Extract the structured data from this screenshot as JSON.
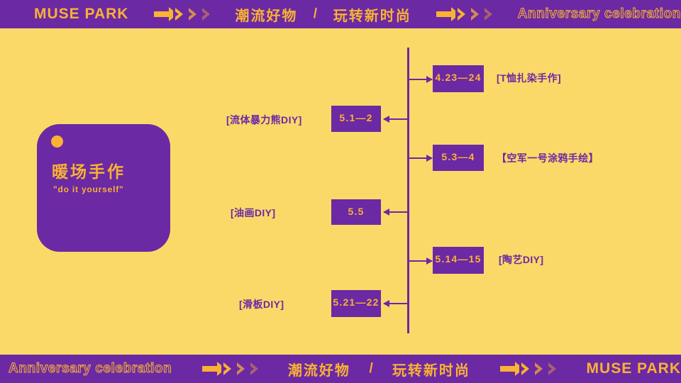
{
  "header": {
    "brand": "MUSE PARK",
    "tagline_left": "潮流好物",
    "separator": "/",
    "tagline_right": "玩转新时尚",
    "anniversary": "Anniversary celebration"
  },
  "footer": {
    "anniversary": "Anniversary celebration",
    "tagline_left": "潮流好物",
    "separator": "/",
    "tagline_right": "玩转新时尚",
    "brand": "MUSE PARK"
  },
  "hero": {
    "title": "暖场手作",
    "subtitle": "\"do it yourself\""
  },
  "timeline": {
    "events": [
      {
        "date": "4.23—24",
        "label": "[T恤扎染手作]",
        "side": "right"
      },
      {
        "date": "5.1—2",
        "label": "[流体暴力熊DIY]",
        "side": "left"
      },
      {
        "date": "5.3—4",
        "label": "【空军一号涂鸦手绘】",
        "side": "right"
      },
      {
        "date": "5.5",
        "label": "[油画DIY]",
        "side": "left"
      },
      {
        "date": "5.14—15",
        "label": "[陶艺DIY]",
        "side": "right"
      },
      {
        "date": "5.21—22",
        "label": "[滑板DIY]",
        "side": "left"
      }
    ]
  },
  "colors": {
    "background": "#FBD968",
    "purple": "#6B29A4",
    "orange": "#F9B233"
  }
}
